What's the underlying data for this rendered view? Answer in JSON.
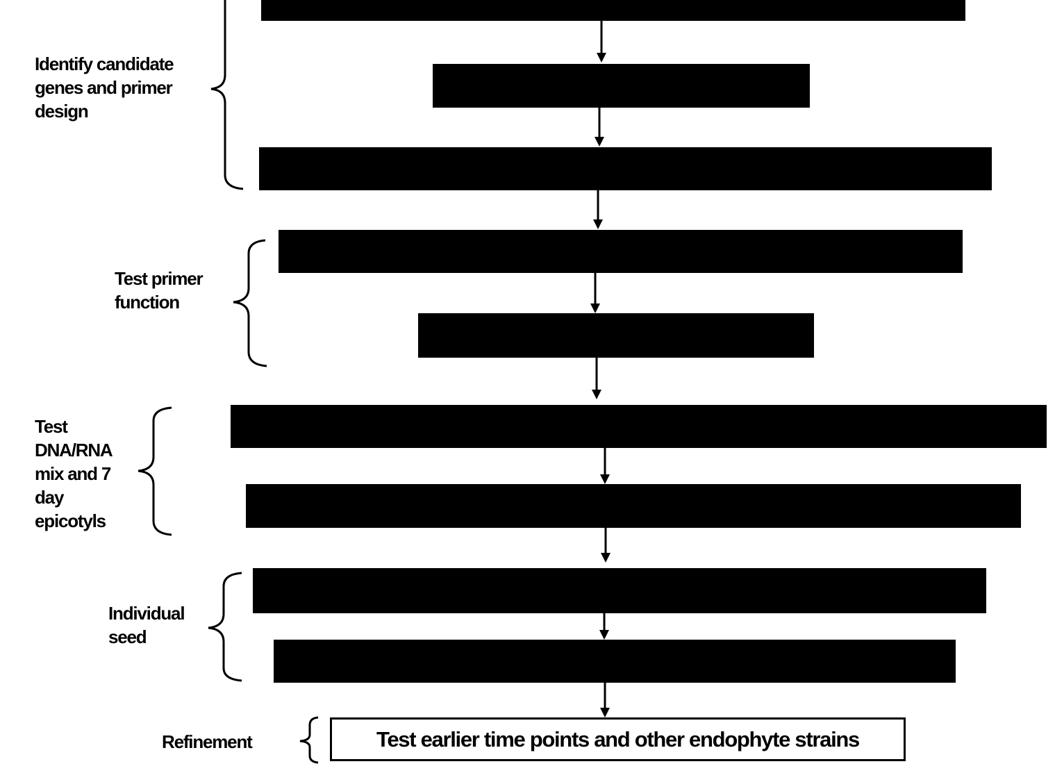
{
  "groups": {
    "g1": {
      "label": "Identify candidate\ngenes and primer\ndesign"
    },
    "g2": {
      "label": "Test primer\nfunction"
    },
    "g3": {
      "label": "Test\nDNA/RNA\nmix and 7\nday\nepicotyls"
    },
    "g4": {
      "label": "Individual\nseed"
    },
    "g5": {
      "label": "Refinement"
    }
  },
  "final_step": {
    "text": "Test earlier time points and other endophyte strains"
  },
  "colors": {
    "ink": "#000000",
    "paper": "#ffffff"
  }
}
